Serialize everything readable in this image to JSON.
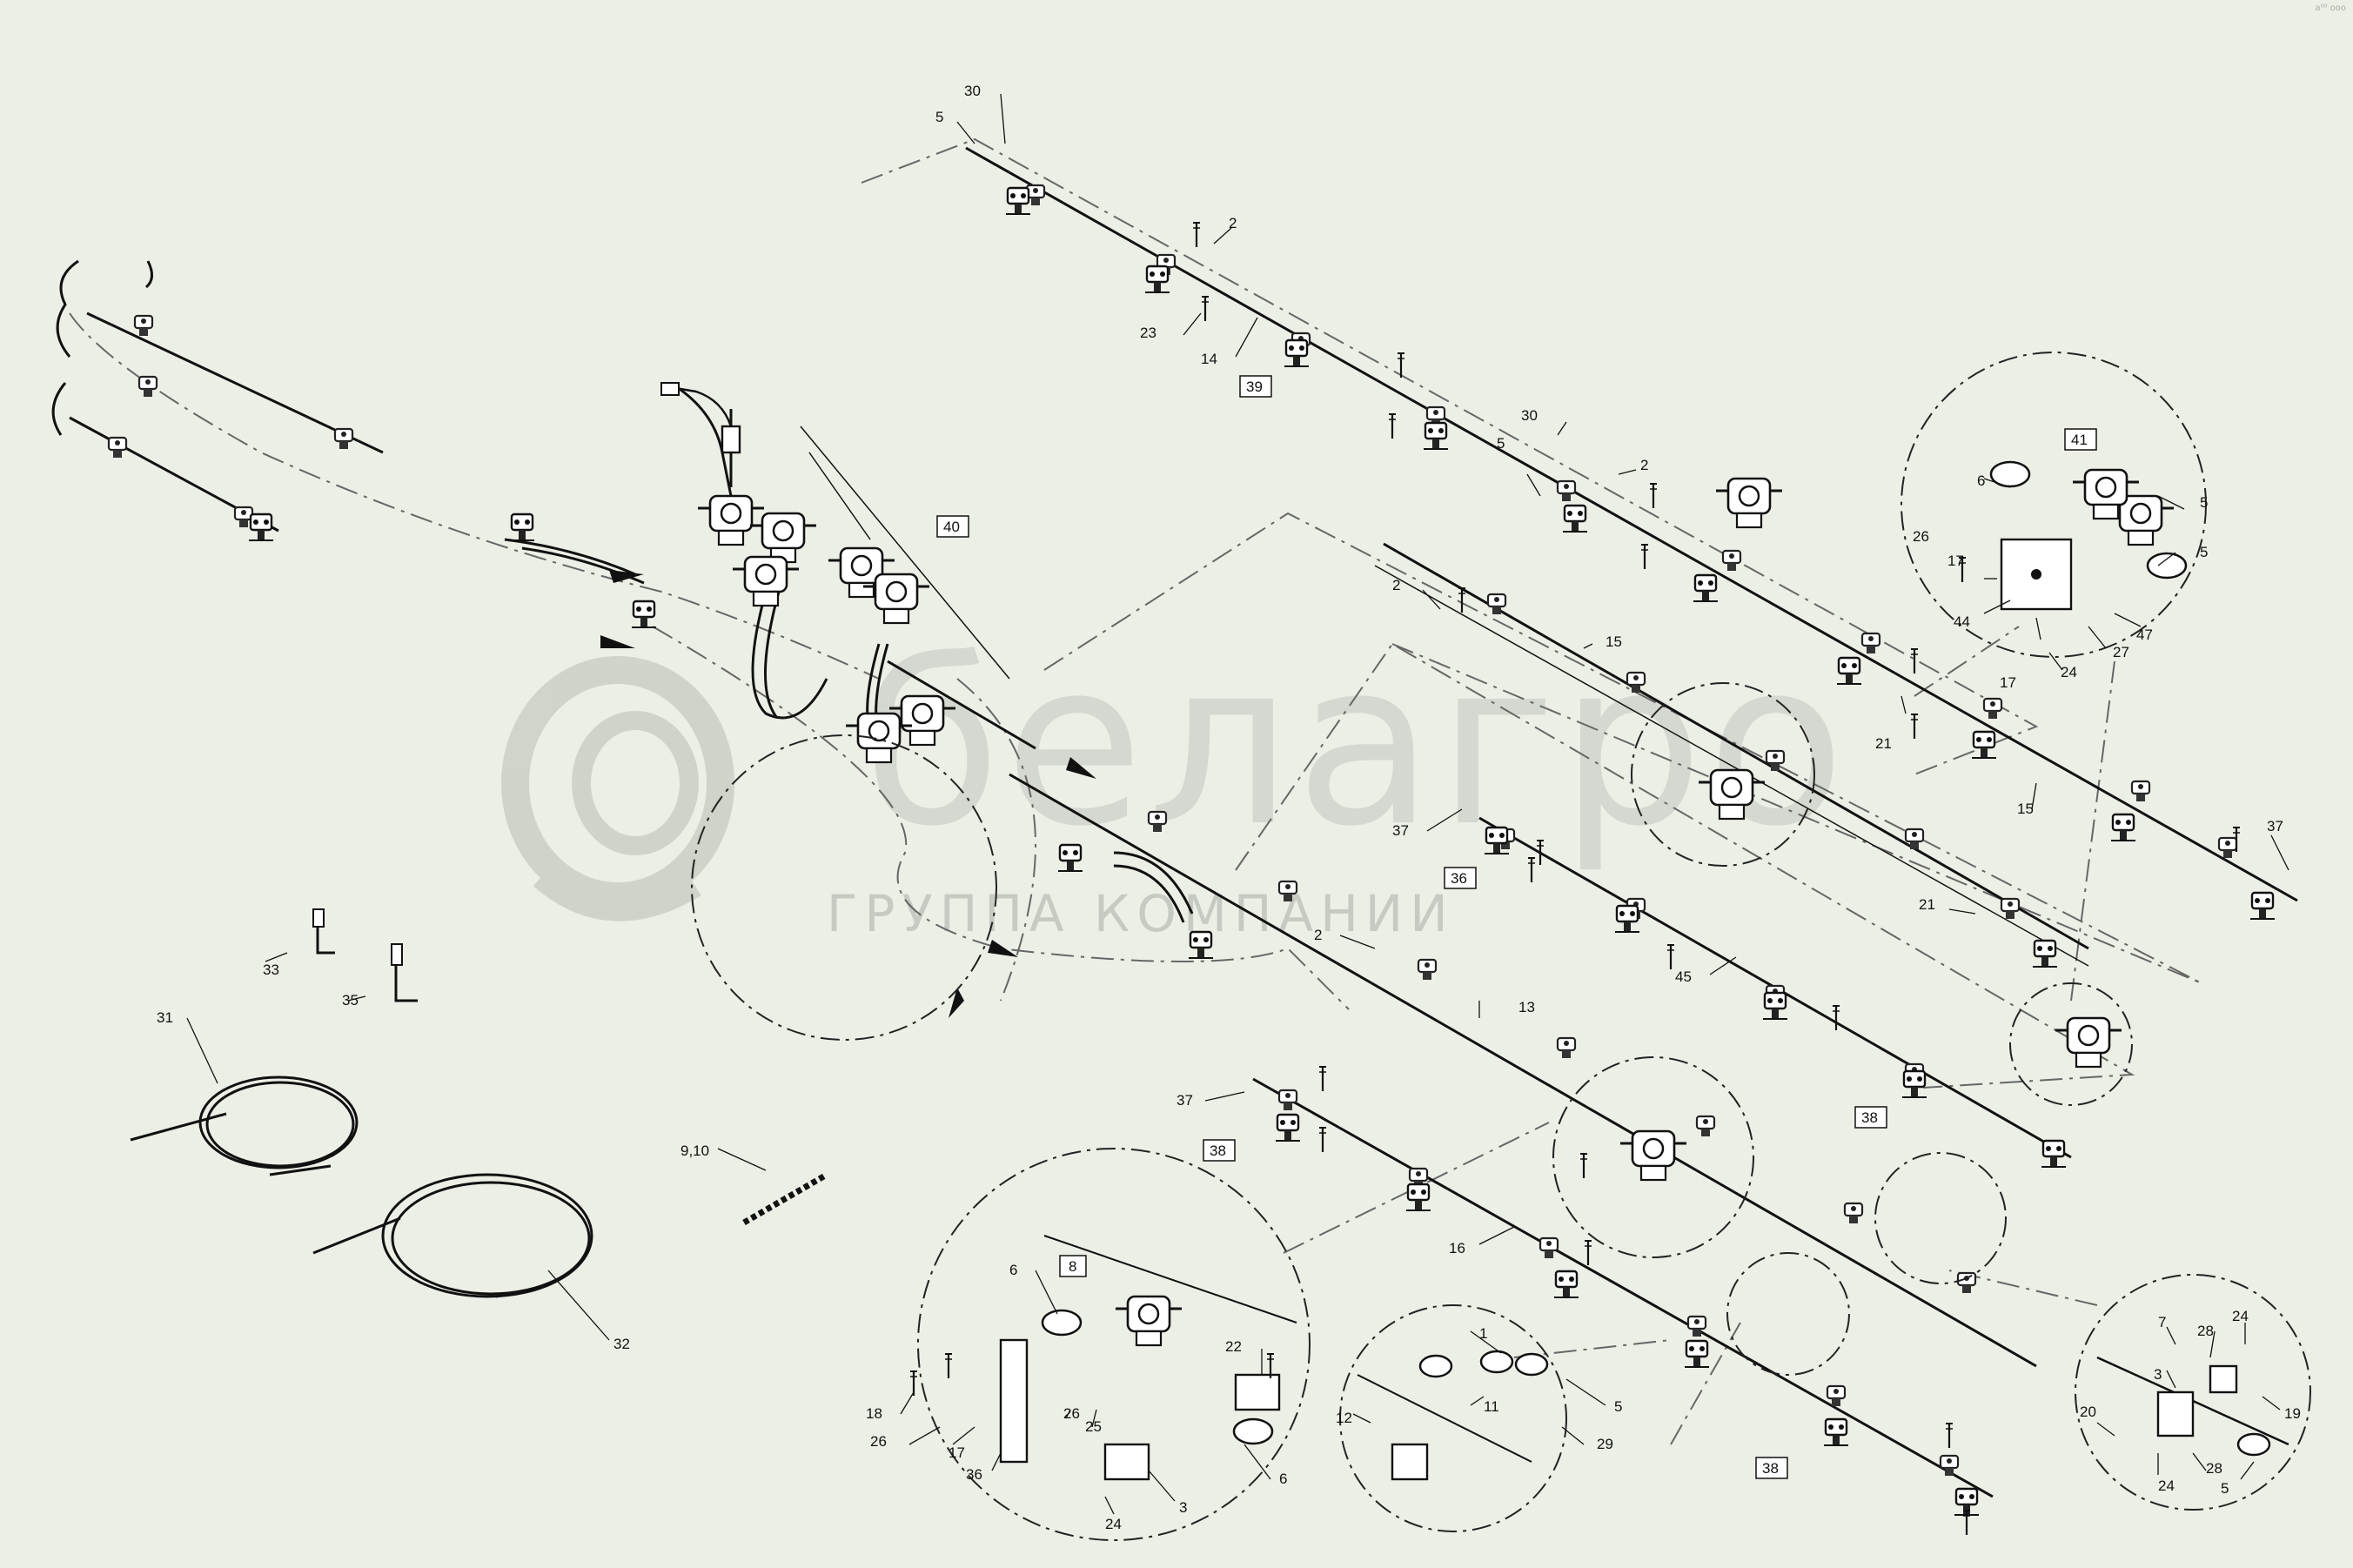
{
  "watermark": {
    "brand": "белагро",
    "subtitle": "ГРУППА КОМПАНИИ"
  },
  "corner_mark": "a⁰⁰ ooo",
  "callouts": [
    {
      "id": "c30a",
      "text": "30"
    },
    {
      "id": "c5a",
      "text": "5"
    },
    {
      "id": "c2a",
      "text": "2"
    },
    {
      "id": "c23",
      "text": "23"
    },
    {
      "id": "c14",
      "text": "14"
    },
    {
      "id": "c30b",
      "text": "30"
    },
    {
      "id": "c5b",
      "text": "5"
    },
    {
      "id": "c2b",
      "text": "2"
    },
    {
      "id": "c6a",
      "text": "6"
    },
    {
      "id": "c5c",
      "text": "5"
    },
    {
      "id": "c5d",
      "text": "5"
    },
    {
      "id": "c26a",
      "text": "26"
    },
    {
      "id": "c17a",
      "text": "17"
    },
    {
      "id": "c44",
      "text": "44"
    },
    {
      "id": "c47",
      "text": "47"
    },
    {
      "id": "c27",
      "text": "27"
    },
    {
      "id": "c17b",
      "text": "17"
    },
    {
      "id": "c24a",
      "text": "24"
    },
    {
      "id": "c2c",
      "text": "2"
    },
    {
      "id": "c15a",
      "text": "15"
    },
    {
      "id": "c21a",
      "text": "21"
    },
    {
      "id": "c15b",
      "text": "15"
    },
    {
      "id": "c37a",
      "text": "37"
    },
    {
      "id": "c37b",
      "text": "37"
    },
    {
      "id": "c21b",
      "text": "21"
    },
    {
      "id": "c45",
      "text": "45"
    },
    {
      "id": "c2d",
      "text": "2"
    },
    {
      "id": "c13",
      "text": "13"
    },
    {
      "id": "c33",
      "text": "33"
    },
    {
      "id": "c35",
      "text": "35"
    },
    {
      "id": "c31",
      "text": "31"
    },
    {
      "id": "c37c",
      "text": "37"
    },
    {
      "id": "c910",
      "text": "9,10"
    },
    {
      "id": "c16",
      "text": "16"
    },
    {
      "id": "c32",
      "text": "32"
    },
    {
      "id": "c6b",
      "text": "6"
    },
    {
      "id": "c22",
      "text": "22"
    },
    {
      "id": "c18",
      "text": "18"
    },
    {
      "id": "c26b",
      "text": "26"
    },
    {
      "id": "c17c",
      "text": "17"
    },
    {
      "id": "c36",
      "text": "36"
    },
    {
      "id": "c26c",
      "text": "26"
    },
    {
      "id": "c25",
      "text": "25"
    },
    {
      "id": "c3a",
      "text": "3"
    },
    {
      "id": "c24b",
      "text": "24"
    },
    {
      "id": "c6c",
      "text": "6"
    },
    {
      "id": "c1",
      "text": "1"
    },
    {
      "id": "c12",
      "text": "12"
    },
    {
      "id": "c11",
      "text": "11"
    },
    {
      "id": "c5e",
      "text": "5"
    },
    {
      "id": "c29",
      "text": "29"
    },
    {
      "id": "c7",
      "text": "7"
    },
    {
      "id": "c28a",
      "text": "28"
    },
    {
      "id": "c24c",
      "text": "24"
    },
    {
      "id": "c3b",
      "text": "3"
    },
    {
      "id": "c19",
      "text": "19"
    },
    {
      "id": "c20",
      "text": "20"
    },
    {
      "id": "c28b",
      "text": "28"
    },
    {
      "id": "c24d",
      "text": "24"
    },
    {
      "id": "c5f",
      "text": "5"
    }
  ],
  "boxed_labels": [
    {
      "id": "b39",
      "text": "39"
    },
    {
      "id": "b41",
      "text": "41"
    },
    {
      "id": "b40",
      "text": "40"
    },
    {
      "id": "b36",
      "text": "36"
    },
    {
      "id": "b38a",
      "text": "38"
    },
    {
      "id": "b38b",
      "text": "38"
    },
    {
      "id": "b8",
      "text": "8"
    },
    {
      "id": "b38c",
      "text": "38"
    }
  ]
}
